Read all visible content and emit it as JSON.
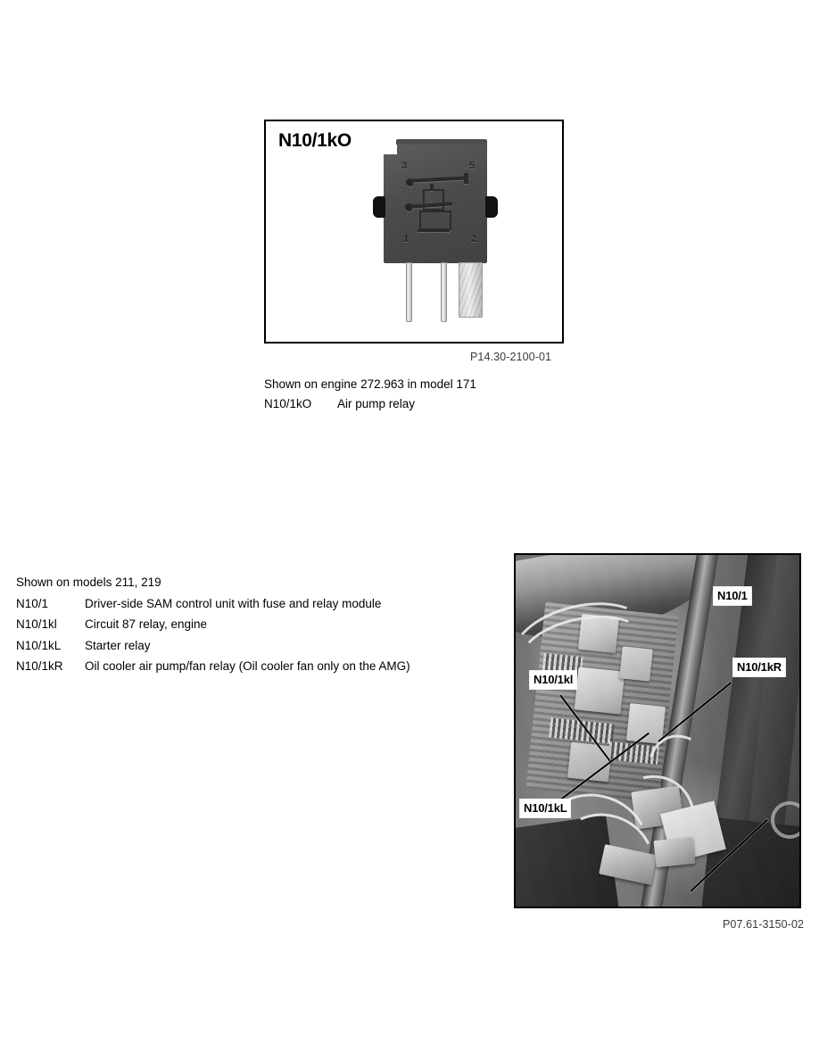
{
  "page": {
    "background_color": "#ffffff",
    "text_color": "#000000"
  },
  "figure_relay": {
    "label": "N10/1kO",
    "reference_code": "P14.30-2100-01",
    "pin_numbers": [
      "3",
      "5",
      "1",
      "2"
    ],
    "legend": {
      "note": "Shown on engine 272.963 in model 171",
      "rows": [
        {
          "code": "N10/1kO",
          "description": "Air pump relay"
        }
      ]
    }
  },
  "figure_sam": {
    "reference_code": "P07.61-3150-02",
    "callouts": [
      {
        "label": "N10/1"
      },
      {
        "label": "N10/1kR"
      },
      {
        "label": "N10/1kl"
      },
      {
        "label": "N10/1kL"
      }
    ],
    "legend": {
      "note": "Shown on models 211, 219",
      "rows": [
        {
          "code": "N10/1",
          "description": "Driver-side SAM control unit with fuse and relay module"
        },
        {
          "code": "N10/1kl",
          "description": "Circuit 87 relay, engine"
        },
        {
          "code": "N10/1kL",
          "description": "Starter relay"
        },
        {
          "code": "N10/1kR",
          "description": "Oil cooler air pump/fan relay (Oil cooler fan only on the AMG)"
        }
      ]
    }
  }
}
